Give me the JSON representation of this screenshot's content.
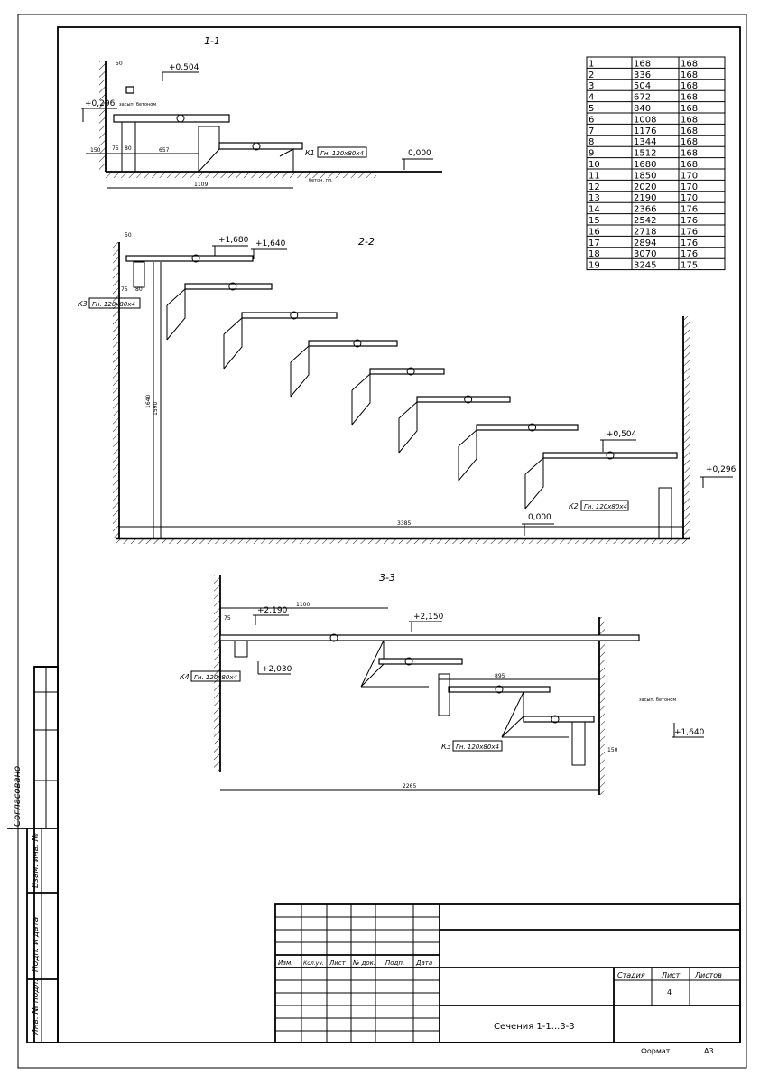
{
  "sections": {
    "s1": {
      "title": "1-1",
      "marks": [
        "+0,504",
        "+0,296",
        "0,000"
      ],
      "column": "К1",
      "column_profile": "Гн. 120х80х4",
      "dims": [
        "50",
        "150",
        "75",
        "80",
        "657",
        "1109"
      ],
      "notes": [
        "засып. бетоном",
        "бетон. пл."
      ]
    },
    "s2": {
      "title": "2-2",
      "marks": [
        "+1,680",
        "+1,640",
        "+0,504",
        "+0,296",
        "0,000"
      ],
      "columns": [
        {
          "id": "К3",
          "profile": "Гн. 120х80х4"
        },
        {
          "id": "К2",
          "profile": "Гн. 120х80х4"
        }
      ],
      "dims": [
        "50",
        "75",
        "80",
        "1640",
        "1590",
        "3385"
      ]
    },
    "s3": {
      "title": "3-3",
      "marks": [
        "+2,190",
        "+2,150",
        "+2,030",
        "+1,640"
      ],
      "columns": [
        {
          "id": "К4",
          "profile": "Гн. 120х80х4"
        },
        {
          "id": "К3",
          "profile": "Гн. 120х80х4"
        }
      ],
      "dims": [
        "75",
        "1100",
        "895",
        "150",
        "2265"
      ],
      "notes": [
        "засып. бетоном"
      ]
    }
  },
  "steps_table": {
    "rows": [
      [
        "1",
        "168",
        "168"
      ],
      [
        "2",
        "336",
        "168"
      ],
      [
        "3",
        "504",
        "168"
      ],
      [
        "4",
        "672",
        "168"
      ],
      [
        "5",
        "840",
        "168"
      ],
      [
        "6",
        "1008",
        "168"
      ],
      [
        "7",
        "1176",
        "168"
      ],
      [
        "8",
        "1344",
        "168"
      ],
      [
        "9",
        "1512",
        "168"
      ],
      [
        "10",
        "1680",
        "168"
      ],
      [
        "11",
        "1850",
        "170"
      ],
      [
        "12",
        "2020",
        "170"
      ],
      [
        "13",
        "2190",
        "170"
      ],
      [
        "14",
        "2366",
        "176"
      ],
      [
        "15",
        "2542",
        "176"
      ],
      [
        "16",
        "2718",
        "176"
      ],
      [
        "17",
        "2894",
        "176"
      ],
      [
        "18",
        "3070",
        "176"
      ],
      [
        "19",
        "3245",
        "175"
      ]
    ]
  },
  "title_block": {
    "headers": [
      "Изм.",
      "Кол.уч.",
      "Лист",
      "№ док.",
      "Подп.",
      "Дата"
    ],
    "stage_label": "Стадия",
    "sheet_label": "Лист",
    "sheets_label": "Листов",
    "sheet_number": "4",
    "drawing_title": "Сечения 1-1...3-3",
    "format_label": "Формат",
    "format_value": "А3"
  },
  "side_stamp": [
    "Согласовано",
    "Взам. инв. №",
    "Подп. и дата",
    "Инв. № подл."
  ]
}
